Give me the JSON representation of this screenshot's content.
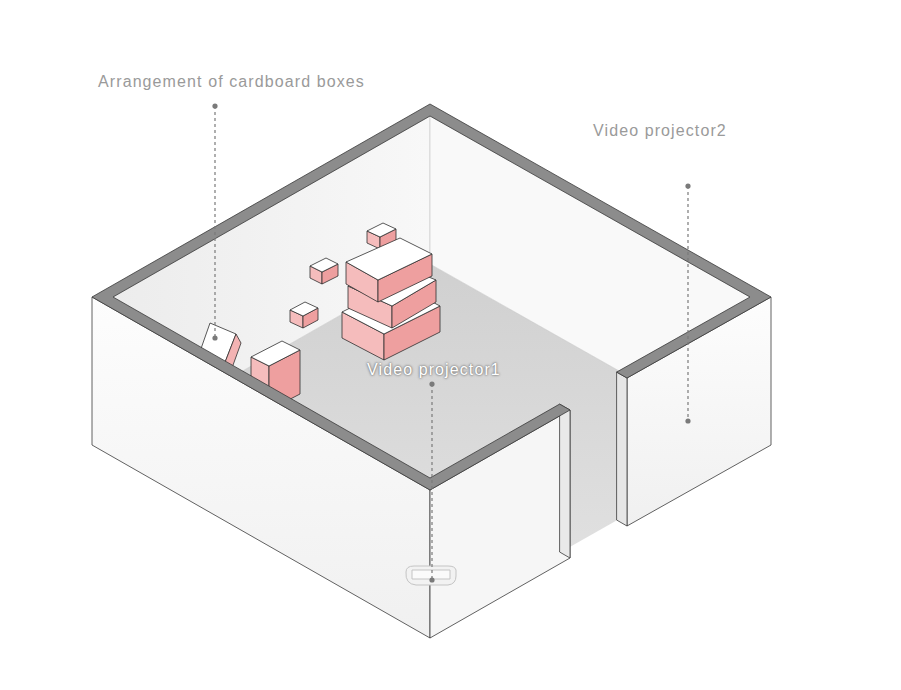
{
  "diagram": {
    "labels": [
      "Arrangement of cardboard boxes",
      "Video projector2",
      "Video projector1"
    ]
  }
}
